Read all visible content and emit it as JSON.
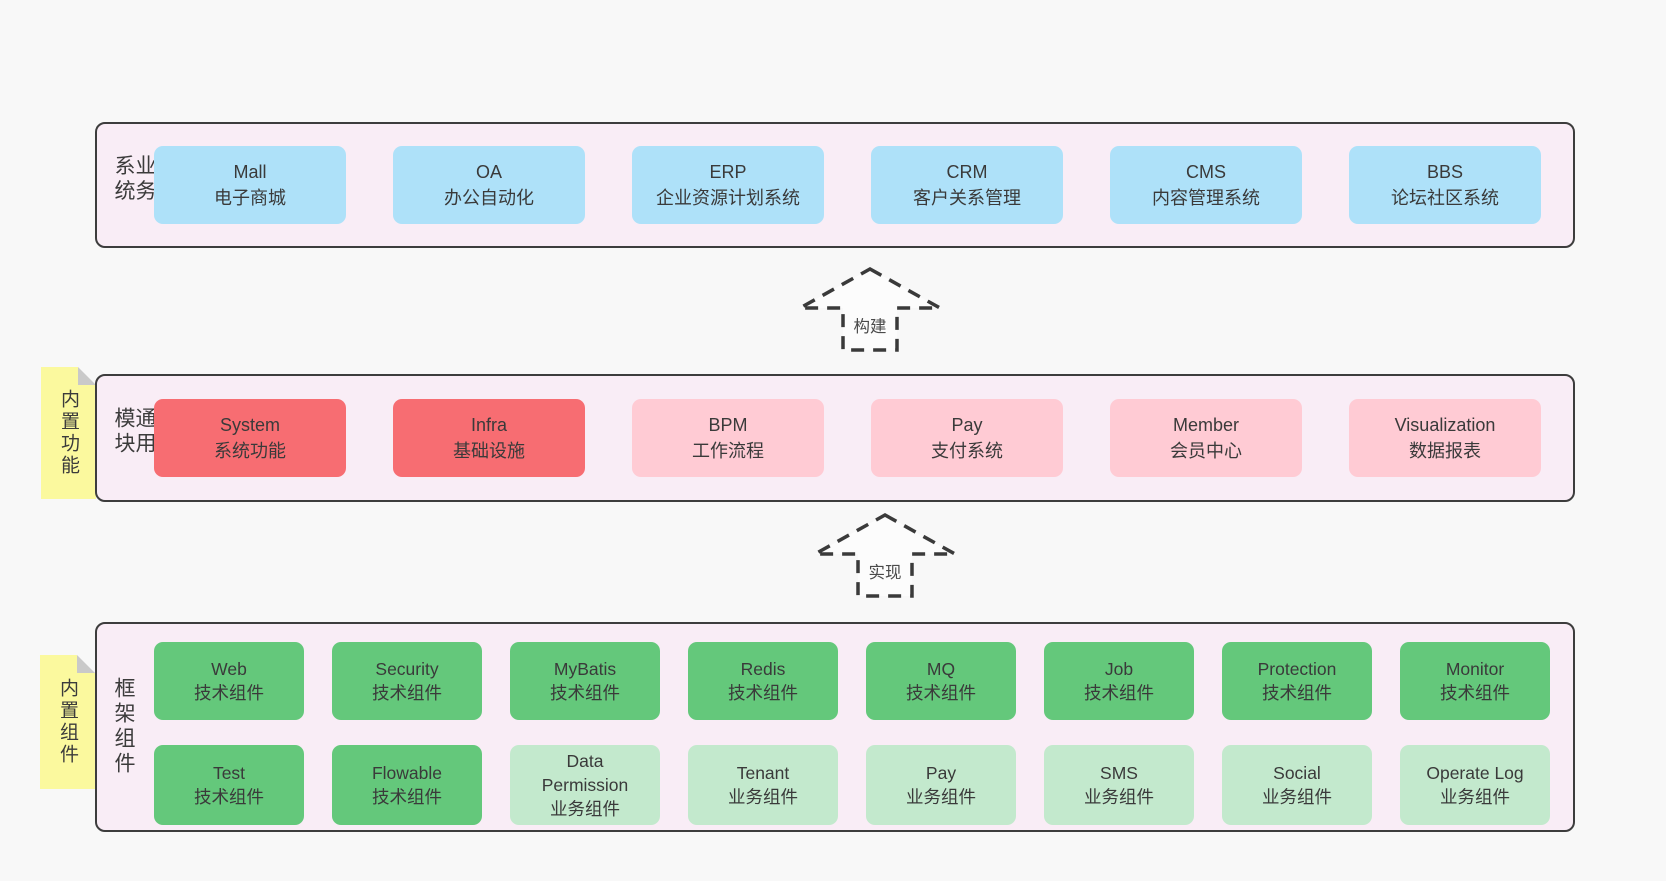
{
  "colors": {
    "page_bg": "#f8f8f8",
    "panel_bg": "#f9edf6",
    "panel_border": "#3d3d3d",
    "blue": "#aee1f9",
    "red": "#f76d72",
    "pink": "#ffcbd4",
    "green_dark": "#64c87b",
    "green_light": "#c3e9cd",
    "note_yellow": "#fbf99e",
    "note_fold": "#c9c9c9"
  },
  "arrows": {
    "build": "构建",
    "implement": "实现"
  },
  "sections": {
    "business": {
      "label": "业务系统",
      "items": [
        {
          "title": "Mall",
          "subtitle": "电子商城"
        },
        {
          "title": "OA",
          "subtitle": "办公自动化"
        },
        {
          "title": "ERP",
          "subtitle": "企业资源计划系统"
        },
        {
          "title": "CRM",
          "subtitle": "客户关系管理"
        },
        {
          "title": "CMS",
          "subtitle": "内容管理系统"
        },
        {
          "title": "BBS",
          "subtitle": "论坛社区系统"
        }
      ]
    },
    "modules": {
      "label": "通用模块",
      "note": "内置功能",
      "items": [
        {
          "title": "System",
          "subtitle": "系统功能"
        },
        {
          "title": "Infra",
          "subtitle": "基础设施"
        },
        {
          "title": "BPM",
          "subtitle": "工作流程"
        },
        {
          "title": "Pay",
          "subtitle": "支付系统"
        },
        {
          "title": "Member",
          "subtitle": "会员中心"
        },
        {
          "title": "Visualization",
          "subtitle": "数据报表"
        }
      ]
    },
    "framework": {
      "label": "框架组件",
      "note": "内置组件",
      "rows": [
        [
          {
            "title": "Web",
            "subtitle": "技术组件"
          },
          {
            "title": "Security",
            "subtitle": "技术组件"
          },
          {
            "title": "MyBatis",
            "subtitle": "技术组件"
          },
          {
            "title": "Redis",
            "subtitle": "技术组件"
          },
          {
            "title": "MQ",
            "subtitle": "技术组件"
          },
          {
            "title": "Job",
            "subtitle": "技术组件"
          },
          {
            "title": "Protection",
            "subtitle": "技术组件"
          },
          {
            "title": "Monitor",
            "subtitle": "技术组件"
          }
        ],
        [
          {
            "title": "Test",
            "subtitle": "技术组件"
          },
          {
            "title": "Flowable",
            "subtitle": "技术组件"
          },
          {
            "title": "Data Permission",
            "subtitle": "业务组件"
          },
          {
            "title": "Tenant",
            "subtitle": "业务组件"
          },
          {
            "title": "Pay",
            "subtitle": "业务组件"
          },
          {
            "title": "SMS",
            "subtitle": "业务组件"
          },
          {
            "title": "Social",
            "subtitle": "业务组件"
          },
          {
            "title": "Operate Log",
            "subtitle": "业务组件"
          }
        ]
      ]
    }
  }
}
